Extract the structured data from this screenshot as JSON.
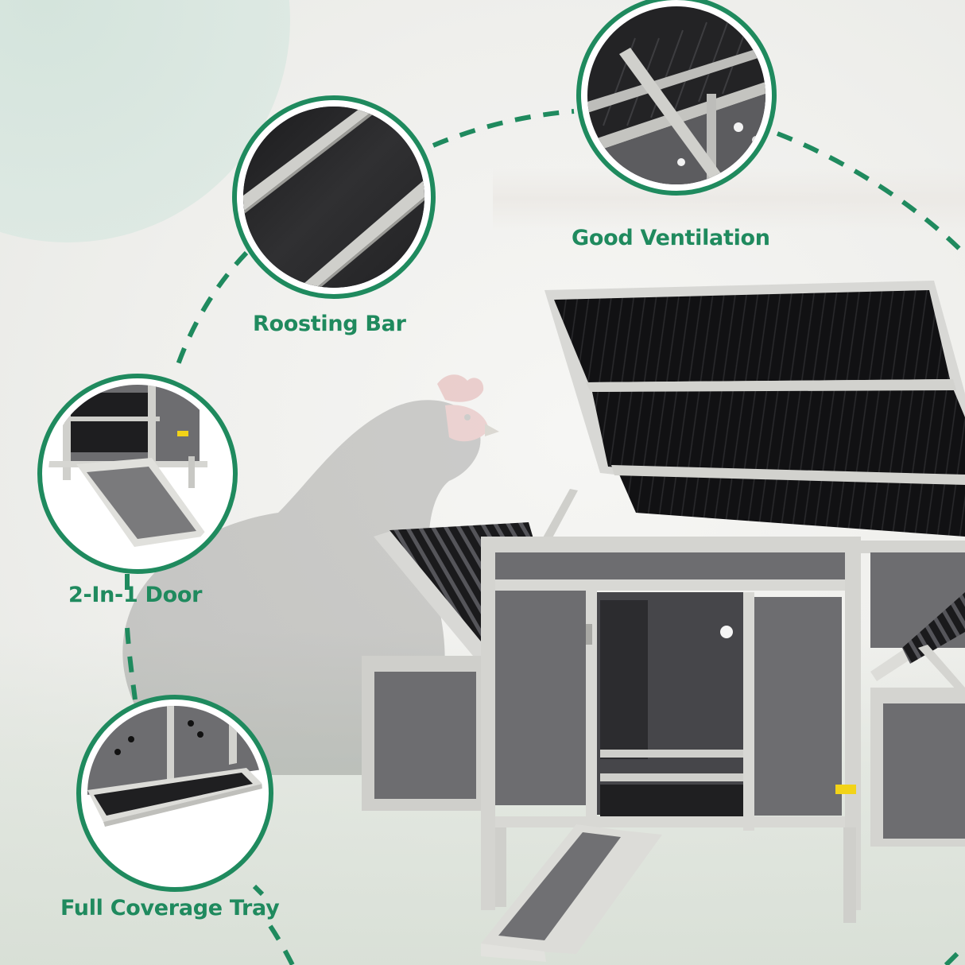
{
  "theme": {
    "accent_green": "#1f8a5e",
    "sage_circle": "#dce8e2",
    "frame_grey": "#d4d4d4",
    "panel_grey": "#6e6e70",
    "roof_black": "#161618"
  },
  "features": [
    {
      "id": "roosting-bar",
      "label": "Roosting Bar",
      "icon": "roosting-bar-closeup"
    },
    {
      "id": "good-ventilation",
      "label": "Good Ventilation",
      "icon": "ventilation-closeup"
    },
    {
      "id": "two-in-one-door",
      "label": "2-In-1 Door",
      "icon": "ramp-door-closeup"
    },
    {
      "id": "full-coverage-tray",
      "label": "Full Coverage Tray",
      "icon": "tray-closeup"
    }
  ],
  "product": {
    "name": "chicken-coop",
    "roof_state": "open",
    "ramp_state": "lowered"
  }
}
